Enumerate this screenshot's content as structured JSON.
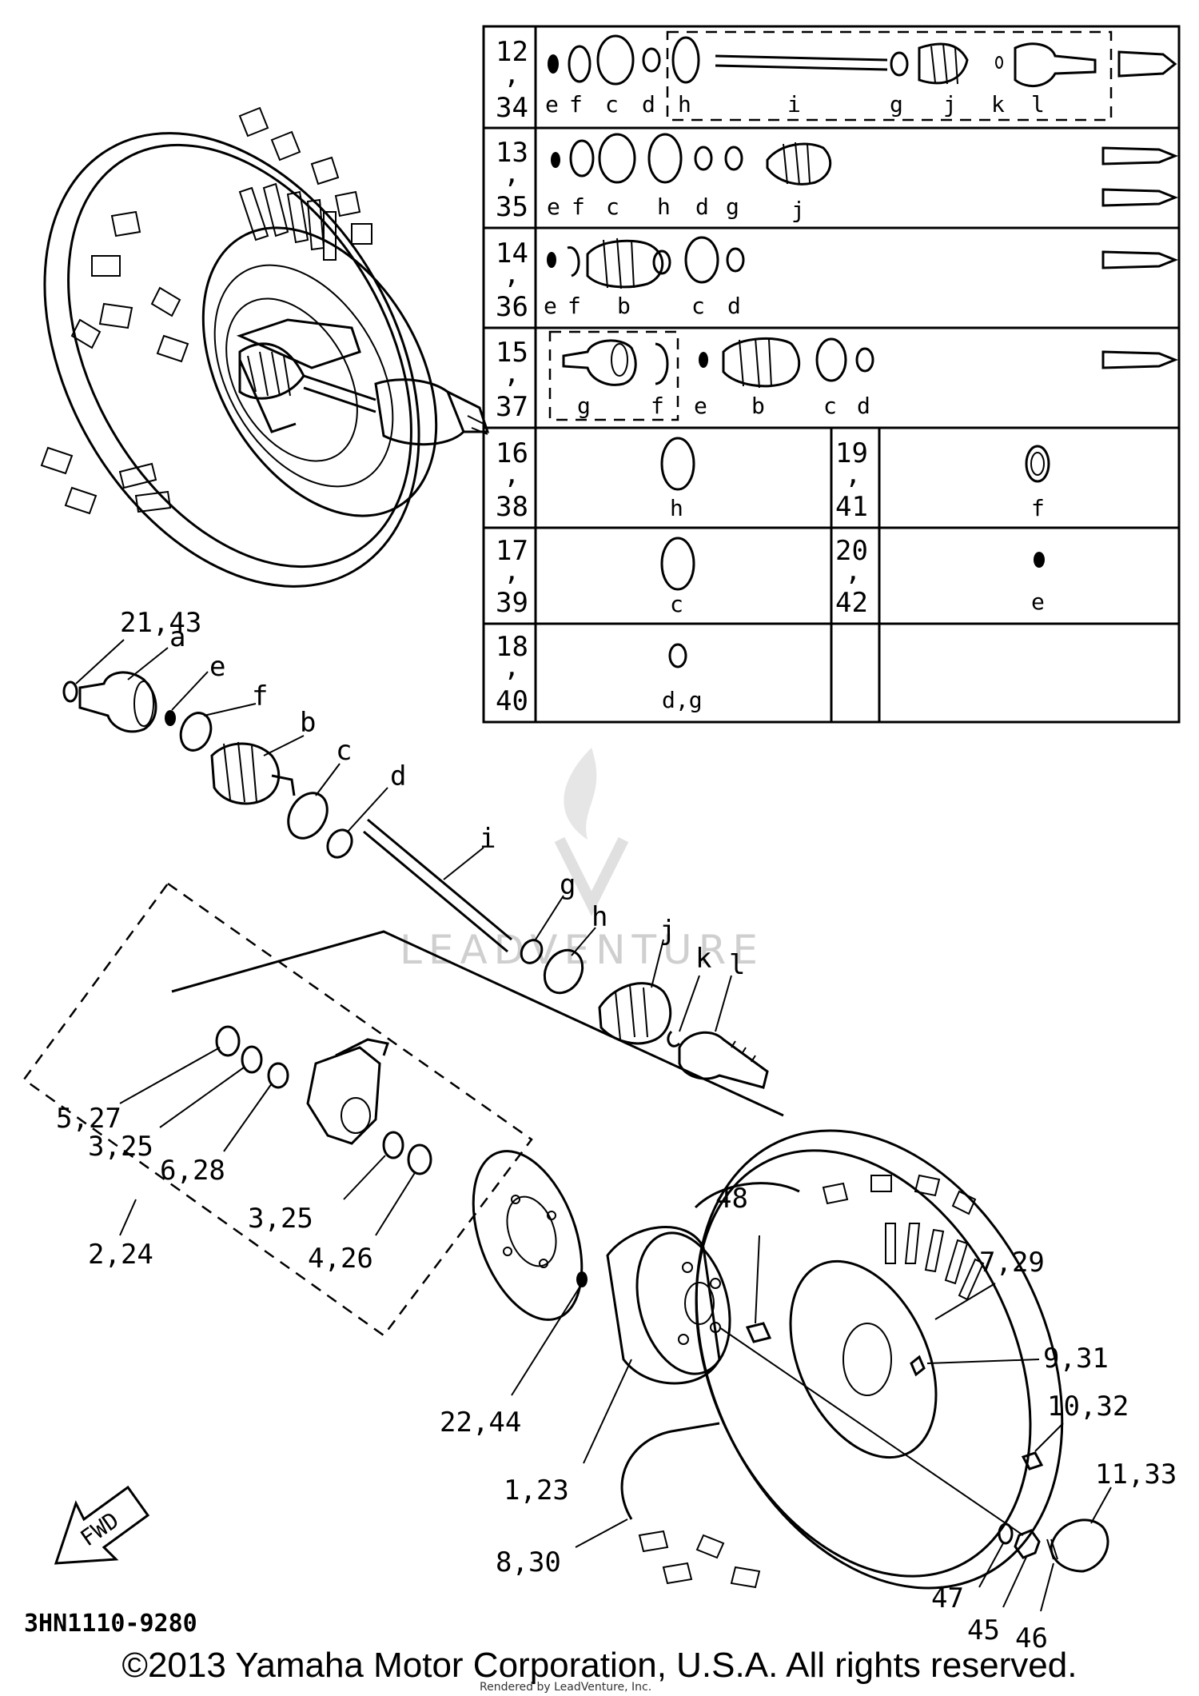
{
  "table": {
    "rows": [
      {
        "ref": [
          "12",
          ",",
          "34"
        ],
        "letters": [
          "e",
          "f",
          "c",
          "d",
          "h",
          "i",
          "g",
          "j",
          "k",
          "l"
        ]
      },
      {
        "ref": [
          "13",
          ",",
          "35"
        ],
        "letters": [
          "e",
          "f",
          "c",
          "h",
          "d",
          "g",
          "j"
        ]
      },
      {
        "ref": [
          "14",
          ",",
          "36"
        ],
        "letters": [
          "e",
          "f",
          "b",
          "c",
          "d"
        ]
      },
      {
        "ref": [
          "15",
          ",",
          "37"
        ],
        "letters": [
          "g",
          "f",
          "e",
          "b",
          "c",
          "d"
        ]
      }
    ],
    "pairs": [
      {
        "left": {
          "ref": [
            "16",
            ",",
            "38"
          ],
          "letter": "h"
        },
        "right": {
          "ref": [
            "19",
            ",",
            "41"
          ],
          "letter": "f"
        }
      },
      {
        "left": {
          "ref": [
            "17",
            ",",
            "39"
          ],
          "letter": "c"
        },
        "right": {
          "ref": [
            "20",
            ",",
            "42"
          ],
          "letter": "e"
        }
      },
      {
        "left": {
          "ref": [
            "18",
            ",",
            "40"
          ],
          "letter": "d,g"
        },
        "right": null
      }
    ]
  },
  "callouts": {
    "c21_43": "21,43",
    "a": "a",
    "e": "e",
    "f": "f",
    "b": "b",
    "c": "c",
    "d": "d",
    "i": "i",
    "g": "g",
    "h": "h",
    "j": "j",
    "k": "k",
    "l": "l",
    "c5_27": "5,27",
    "c3_25a": "3,25",
    "c6_28": "6,28",
    "c3_25b": "3,25",
    "c2_24": "2,24",
    "c4_26": "4,26",
    "c48": "48",
    "c7_29": "7,29",
    "c9_31": "9,31",
    "c10_32": "10,32",
    "c11_33": "11,33",
    "c22_44": "22,44",
    "c1_23": "1,23",
    "c8_30": "8,30",
    "c47": "47",
    "c45": "45",
    "c46": "46",
    "fwd": "FWD"
  },
  "part_number": "3HN1110-9280",
  "watermark": "LEADVENTURE",
  "copyright": "©2013 Yamaha Motor Corporation, U.S.A. All rights reserved.",
  "rendered_by": "Rendered by LeadVenture, Inc."
}
